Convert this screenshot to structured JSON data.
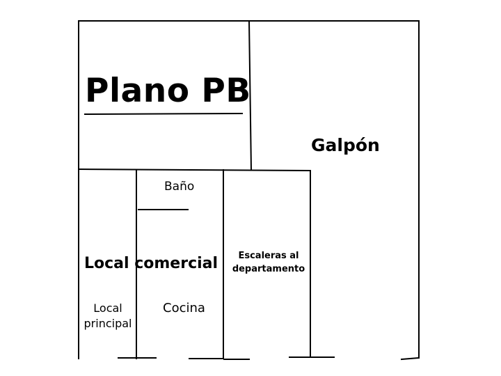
{
  "plan": {
    "title": "Plano PB",
    "rooms": {
      "galpon": "Galpón",
      "bano": "Baño",
      "local_comercial": "Local comercial",
      "escaleras": "Escaleras al departamento",
      "local_principal": "Local principal",
      "cocina": "Cocina"
    }
  },
  "colors": {
    "line": "#000000",
    "background": "#ffffff"
  }
}
